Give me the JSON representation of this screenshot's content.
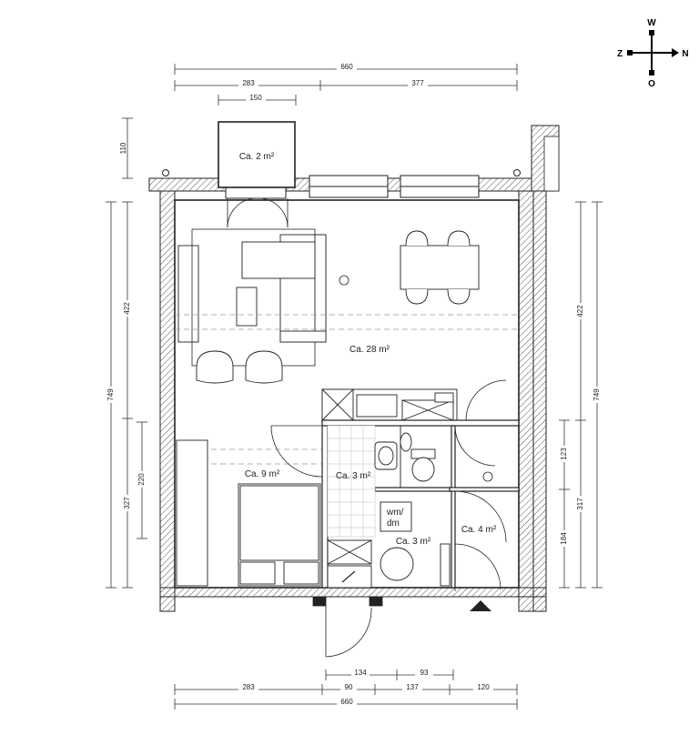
{
  "compass": {
    "top": "W",
    "left": "Z",
    "right": "N",
    "bottom": "O"
  },
  "dimensions": {
    "top_total": "660",
    "top_left": "283",
    "top_right": "377",
    "balcony_width": "150",
    "balcony_depth": "110",
    "left_total": "749",
    "left_upper": "422",
    "left_lower": "327",
    "left_inner": "220",
    "right_total": "749",
    "right_upper": "422",
    "right_lower": "317",
    "right_mid": "123",
    "right_bottom": "184",
    "bottom_a": "134",
    "bottom_b": "93",
    "bottom_c": "90",
    "bottom_d": "137",
    "bottom_e": "120",
    "bottom_left": "283",
    "bottom_total": "660"
  },
  "rooms": {
    "balcony": "Ca. 2 m²",
    "living": "Ca. 28 m²",
    "bedroom": "Ca. 9 m²",
    "bathroom": "Ca. 3 m²",
    "utility": "Ca. 3 m²",
    "storage": "Ca. 4 m²"
  },
  "appliance_label_line1": "wm/",
  "appliance_label_line2": "dm"
}
